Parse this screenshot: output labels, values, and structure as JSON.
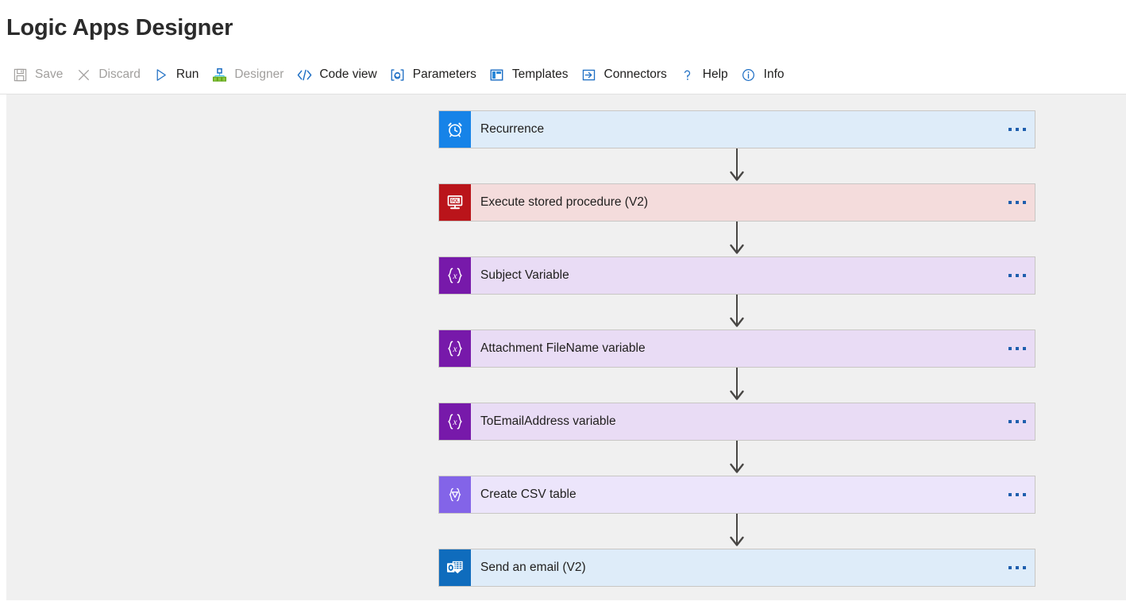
{
  "header": {
    "title": "Logic Apps Designer"
  },
  "toolbar": {
    "items": [
      {
        "label": "Save",
        "icon": "save-icon",
        "enabled": false
      },
      {
        "label": "Discard",
        "icon": "discard-icon",
        "enabled": false
      },
      {
        "label": "Run",
        "icon": "run-icon",
        "enabled": true
      },
      {
        "label": "Designer",
        "icon": "designer-icon",
        "enabled": false
      },
      {
        "label": "Code view",
        "icon": "code-view-icon",
        "enabled": true
      },
      {
        "label": "Parameters",
        "icon": "parameters-icon",
        "enabled": true
      },
      {
        "label": "Templates",
        "icon": "templates-icon",
        "enabled": true
      },
      {
        "label": "Connectors",
        "icon": "connectors-icon",
        "enabled": true
      },
      {
        "label": "Help",
        "icon": "help-icon",
        "enabled": true
      },
      {
        "label": "Info",
        "icon": "info-icon",
        "enabled": true
      }
    ]
  },
  "colors": {
    "accent_blue": "#0f6cbd",
    "recurrence_icon": "#1683e8",
    "recurrence_body": "#deecf9",
    "sql_icon": "#ba141a",
    "sql_body": "#f4dcdc",
    "variable_icon": "#7719aa",
    "variable_body": "#e9dcf5",
    "dataops_icon": "#8364e8",
    "dataops_body": "#ece5fb",
    "outlook_icon": "#0f6cbd",
    "canvas_bg": "#f0f0f0",
    "card_border": "#c8c6c4",
    "connector_arrow": "#484644",
    "menu_dot": "#1f5fae"
  },
  "workflow": {
    "menu_glyph": "ellipsis-icon",
    "steps": [
      {
        "title": "Recurrence",
        "icon": "alarm-clock-icon",
        "theme": "theme-recurrence"
      },
      {
        "title": "Execute stored procedure (V2)",
        "icon": "sql-server-icon",
        "theme": "theme-sql"
      },
      {
        "title": "Subject Variable",
        "icon": "variable-icon",
        "theme": "theme-variable"
      },
      {
        "title": "Attachment FileName variable",
        "icon": "variable-icon",
        "theme": "theme-variable"
      },
      {
        "title": "ToEmailAddress variable",
        "icon": "variable-icon",
        "theme": "theme-variable"
      },
      {
        "title": "Create CSV table",
        "icon": "data-operations-icon",
        "theme": "theme-dataops"
      },
      {
        "title": "Send an email (V2)",
        "icon": "outlook-icon",
        "theme": "theme-outlook"
      }
    ]
  }
}
